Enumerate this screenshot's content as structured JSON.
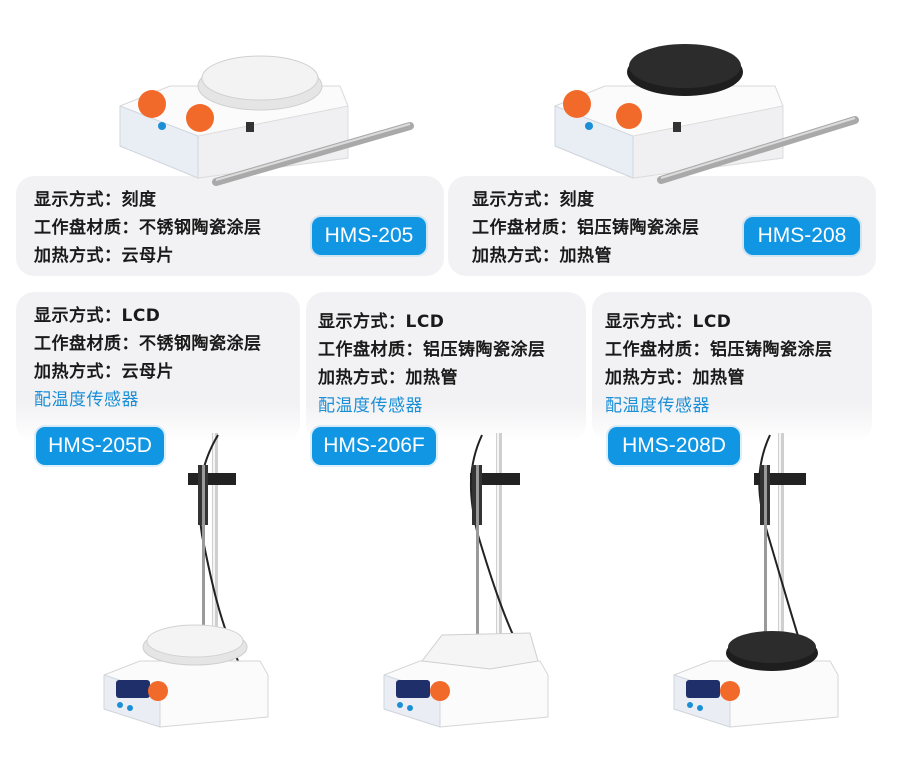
{
  "products": [
    {
      "model": "HMS-205",
      "specs": [
        "显示方式：刻度",
        "工作盘材质：不锈钢陶瓷涂层",
        "加热方式：云母片"
      ],
      "extra": "",
      "plate_color": "#f3f3f3"
    },
    {
      "model": "HMS-208",
      "specs": [
        "显示方式：刻度",
        "工作盘材质：铝压铸陶瓷涂层",
        "加热方式：加热管"
      ],
      "extra": "",
      "plate_color": "#2a2a2a"
    },
    {
      "model": "HMS-205D",
      "specs": [
        "显示方式：LCD",
        "工作盘材质：不锈钢陶瓷涂层",
        "加热方式：云母片"
      ],
      "extra": "配温度传感器",
      "plate_color": "#f3f3f3"
    },
    {
      "model": "HMS-206F",
      "specs": [
        "显示方式：LCD",
        "工作盘材质：铝压铸陶瓷涂层",
        "加热方式：加热管"
      ],
      "extra": "配温度传感器",
      "plate_color": "#f5f5f5"
    },
    {
      "model": "HMS-208D",
      "specs": [
        "显示方式：LCD",
        "工作盘材质：铝压铸陶瓷涂层",
        "加热方式：加热管"
      ],
      "extra": "配温度传感器",
      "plate_color": "#2a2a2a"
    }
  ],
  "colors": {
    "badge": "#1196e4",
    "accent_text": "#1a8fd6",
    "knob": "#f26a2a",
    "card": "#f2f2f4"
  }
}
